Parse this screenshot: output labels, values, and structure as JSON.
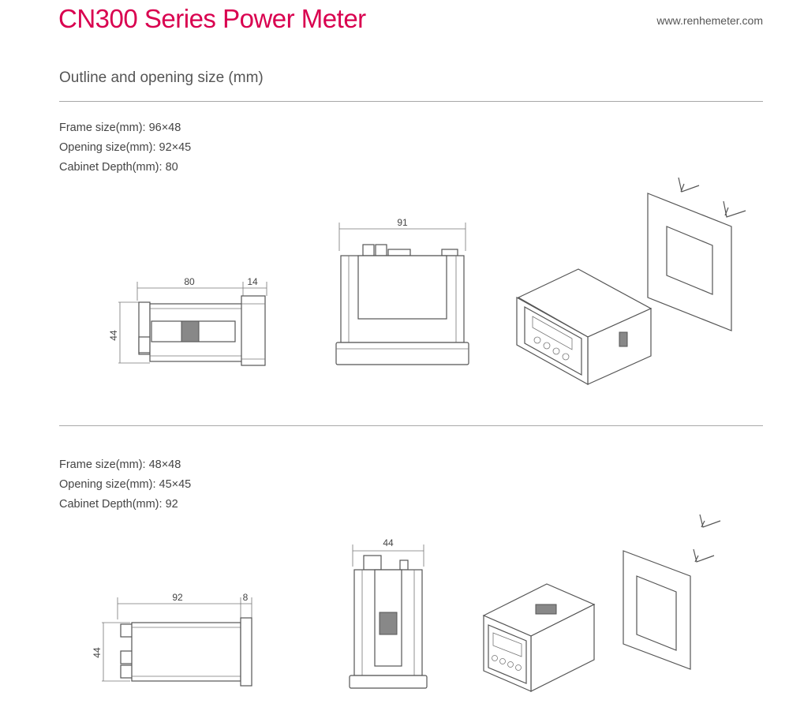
{
  "header": {
    "title": "CN300 Series Power Meter",
    "website": "www.renhemeter.com"
  },
  "section_title": "Outline and opening size (mm)",
  "products": [
    {
      "frame_size": "Frame size(mm): 96×48",
      "opening_size": "Opening size(mm): 92×45",
      "cabinet_depth": "Cabinet Depth(mm): 80",
      "dims": {
        "side_length": "80",
        "side_front": "14",
        "side_height": "44",
        "top_width": "91"
      }
    },
    {
      "frame_size": "Frame size(mm): 48×48",
      "opening_size": "Opening size(mm): 45×45",
      "cabinet_depth": "Cabinet Depth(mm): 92",
      "dims": {
        "top_width": "44",
        "side_length": "92",
        "side_front": "8",
        "side_height": "44"
      }
    }
  ]
}
